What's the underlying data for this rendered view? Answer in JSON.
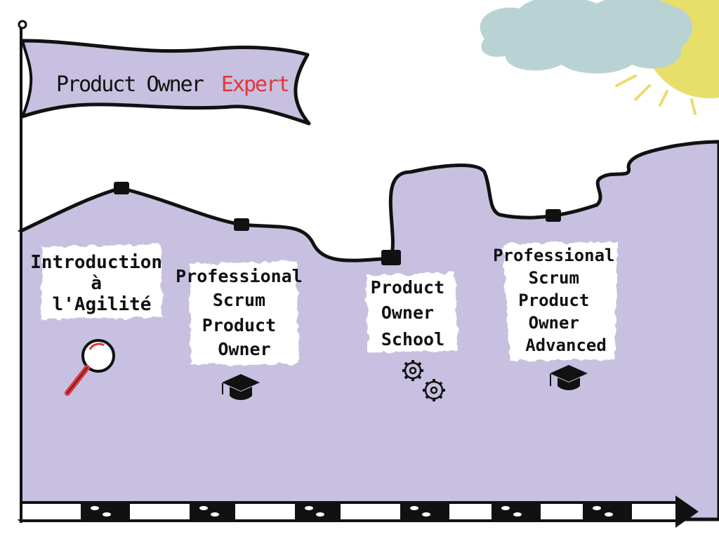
{
  "banner": {
    "title_part1": "Product Owner",
    "title_part2": "Expert"
  },
  "milestones": [
    {
      "lines": [
        "Introduction",
        "à",
        "l'Agilité"
      ],
      "icon": "magnifier-icon"
    },
    {
      "lines": [
        "Professional",
        "Scrum",
        "Product",
        "Owner"
      ],
      "icon": "graduation-cap-icon"
    },
    {
      "lines": [
        "Product",
        "Owner",
        "School"
      ],
      "icon": "gears-icon"
    },
    {
      "lines": [
        "Professional",
        "Scrum",
        "Product",
        "Owner",
        "Advanced"
      ],
      "icon": "graduation-cap-icon"
    }
  ],
  "colors": {
    "lavender": "#c8c0e0",
    "accent_red": "#e0373a",
    "cloud": "#b9d3d4",
    "sun": "#e8de6a",
    "ink": "#111111"
  }
}
